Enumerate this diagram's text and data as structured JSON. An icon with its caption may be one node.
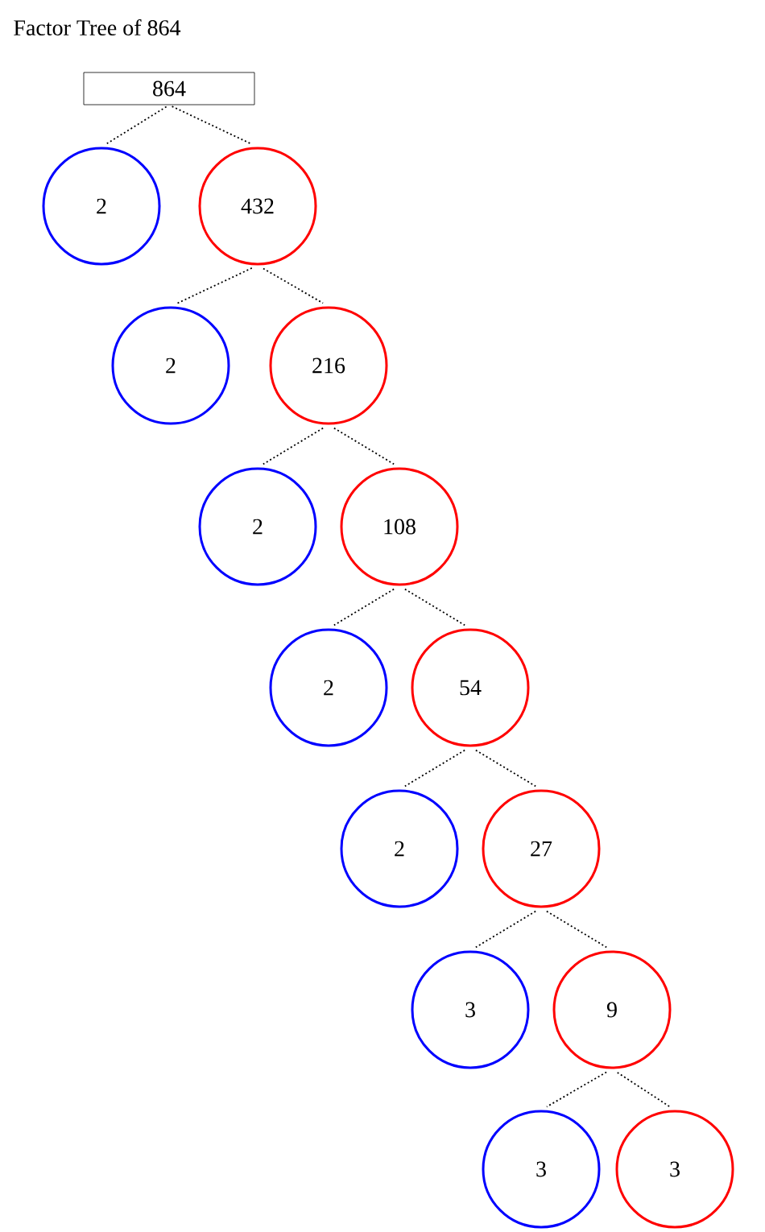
{
  "diagram": {
    "title": "Factor Tree of 864",
    "nodes": [
      {
        "text": [
          "864"
        ]
      },
      {
        "text": [
          "2"
        ]
      },
      {
        "text": [
          "432"
        ]
      },
      {
        "text": [
          "2"
        ]
      },
      {
        "text": [
          "216"
        ]
      },
      {
        "text": [
          "2"
        ]
      },
      {
        "text": [
          "108"
        ]
      },
      {
        "text": [
          "2"
        ]
      },
      {
        "text": [
          "54"
        ]
      },
      {
        "text": [
          "2"
        ]
      },
      {
        "text": [
          "27"
        ]
      },
      {
        "text": [
          "3"
        ]
      },
      {
        "text": [
          "9"
        ]
      },
      {
        "text": [
          "3"
        ]
      },
      {
        "text": [
          "3"
        ]
      }
    ],
    "edges": [
      {
        "from": 0,
        "to": 1,
        "arrow": "none"
      },
      {
        "from": 0,
        "to": 2,
        "arrow": "none"
      },
      {
        "from": 2,
        "to": 3,
        "arrow": "none"
      },
      {
        "from": 2,
        "to": 4,
        "arrow": "none"
      },
      {
        "from": 4,
        "to": 5,
        "arrow": "none"
      },
      {
        "from": 4,
        "to": 6,
        "arrow": "none"
      },
      {
        "from": 6,
        "to": 7,
        "arrow": "none"
      },
      {
        "from": 6,
        "to": 8,
        "arrow": "none"
      },
      {
        "from": 8,
        "to": 9,
        "arrow": "none"
      },
      {
        "from": 8,
        "to": 10,
        "arrow": "none"
      },
      {
        "from": 10,
        "to": 11,
        "arrow": "none"
      },
      {
        "from": 10,
        "to": 12,
        "arrow": "none"
      },
      {
        "from": 12,
        "to": 13,
        "arrow": "none"
      },
      {
        "from": 12,
        "to": 14,
        "arrow": "none"
      }
    ]
  }
}
